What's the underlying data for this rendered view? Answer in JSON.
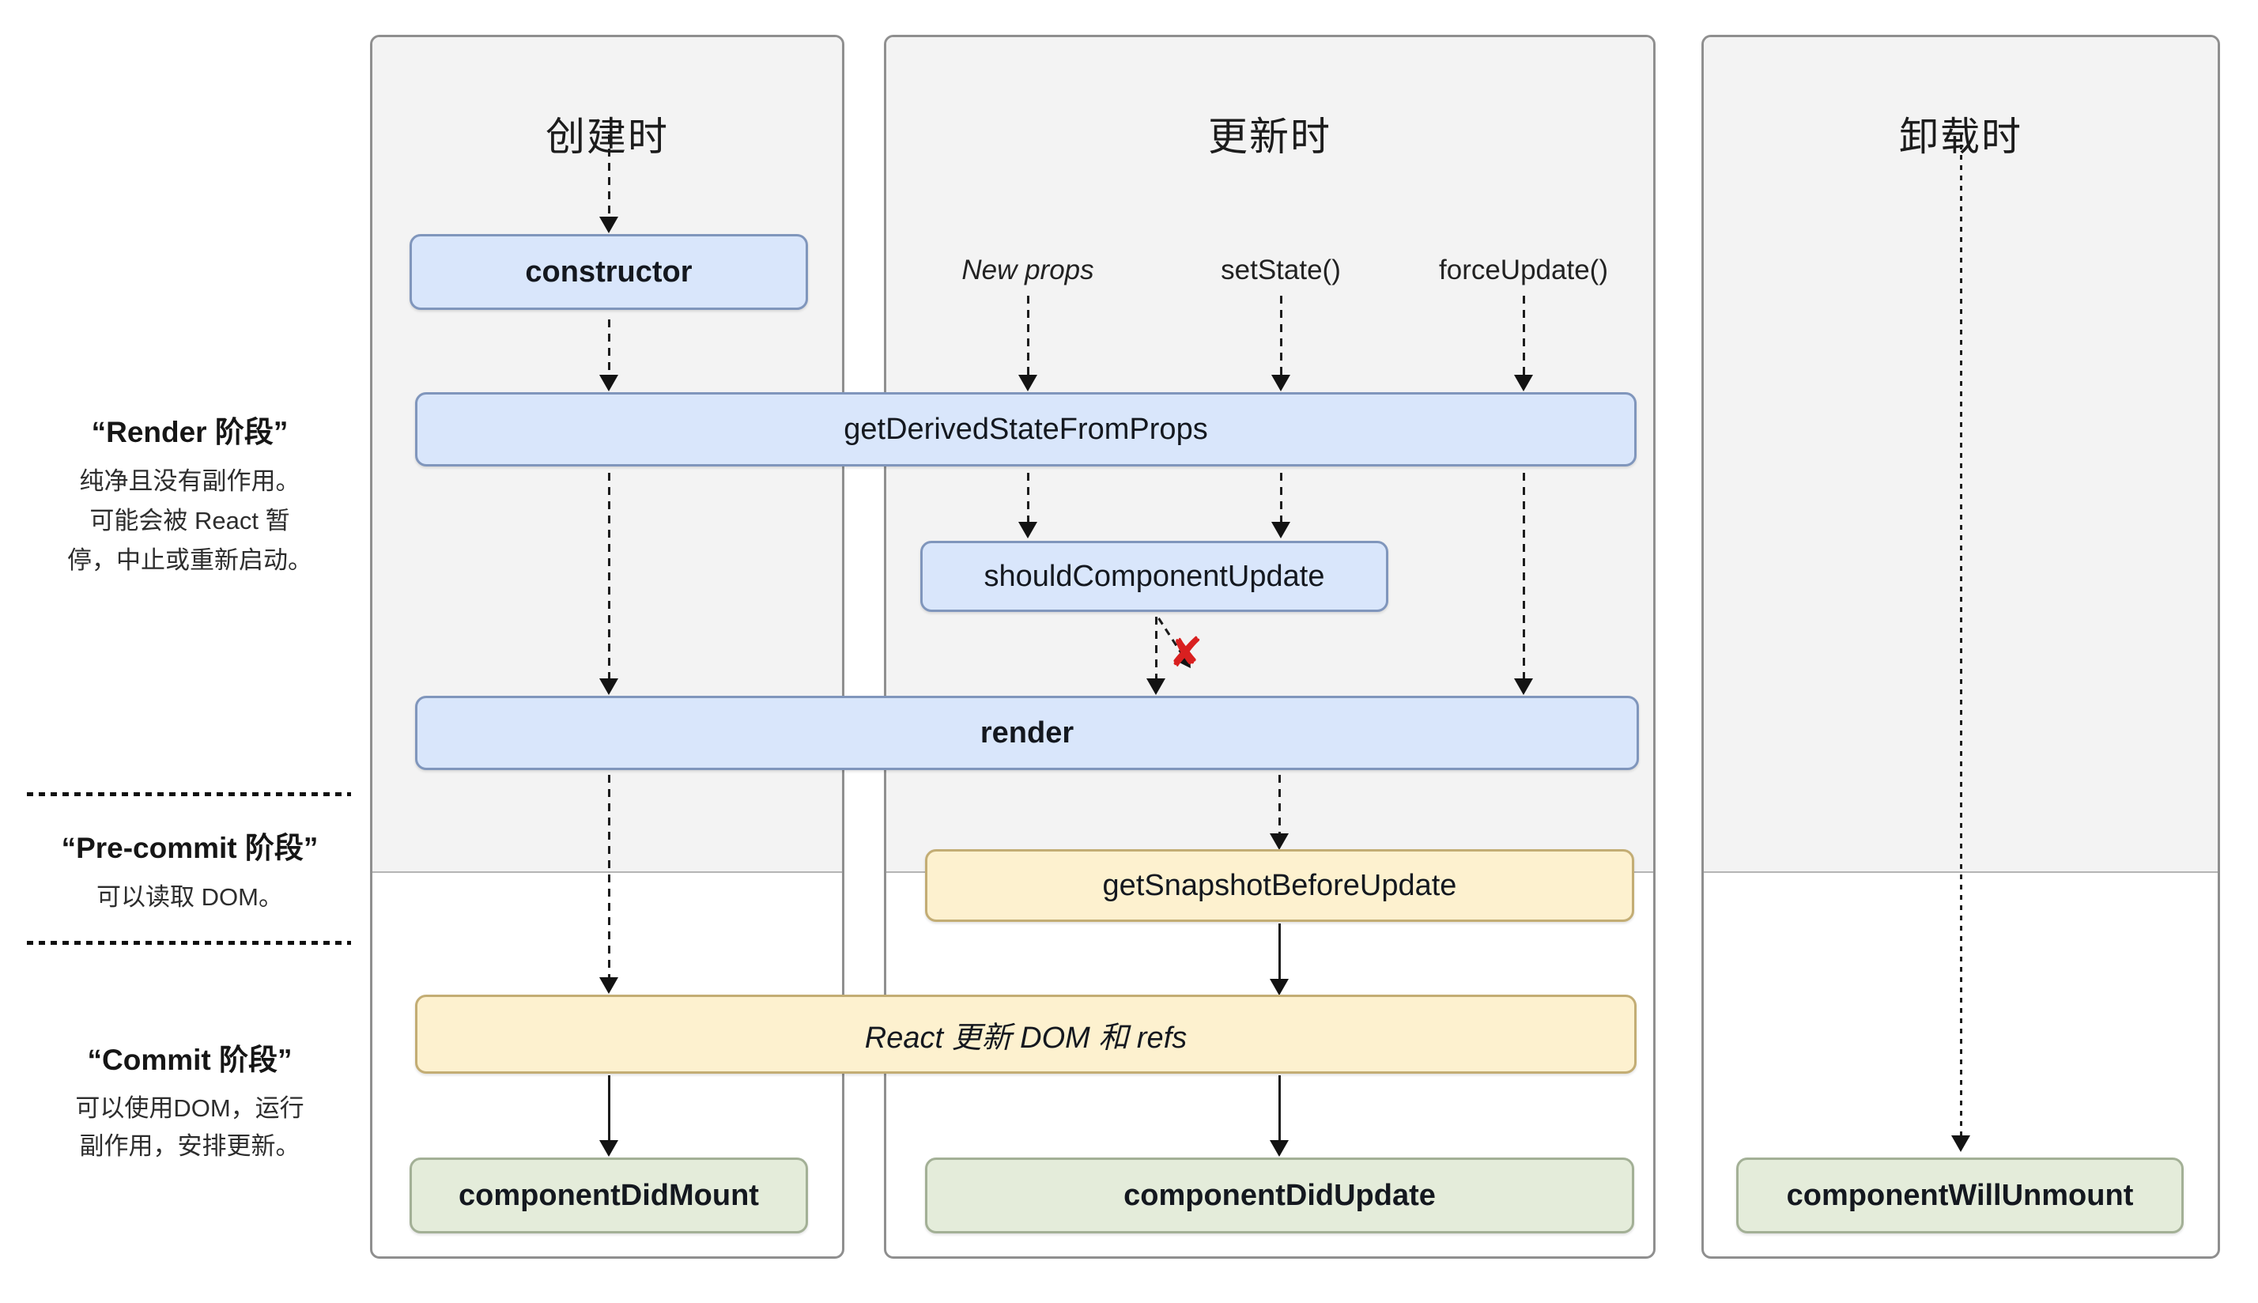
{
  "columns": [
    {
      "title": "创建时"
    },
    {
      "title": "更新时"
    },
    {
      "title": "卸载时"
    }
  ],
  "phases": {
    "render": {
      "title": "“Render 阶段”",
      "line1": "纯净且没有副作用。",
      "line2": "可能会被 React 暂",
      "line3": "停，中止或重新启动。"
    },
    "pre_commit": {
      "title": "“Pre-commit 阶段”",
      "line1": "可以读取 DOM。"
    },
    "commit": {
      "title": "“Commit 阶段”",
      "line1": "可以使用DOM，运行",
      "line2": "副作用，安排更新。"
    }
  },
  "triggers": {
    "new_props": "New props",
    "set_state": "setState()",
    "force_update": "forceUpdate()"
  },
  "nodes": {
    "constructor": "constructor",
    "get_derived_state_from_props": "getDerivedStateFromProps",
    "should_component_update": "shouldComponentUpdate",
    "render": "render",
    "get_snapshot_before_update": "getSnapshotBeforeUpdate",
    "react_updates_dom": "React 更新 DOM 和 refs",
    "component_did_mount": "componentDidMount",
    "component_did_update": "componentDidUpdate",
    "component_will_unmount": "componentWillUnmount"
  },
  "icons": {
    "reject": "✘"
  },
  "colors": {
    "box_blue": "#d9e6fb",
    "box_blue_border": "#8096bc",
    "box_yellow": "#fdf1cf",
    "box_yellow_border": "#c3ad74",
    "box_green": "#e4ecda",
    "box_green_border": "#a3b096",
    "panel_gray": "#f3f3f3",
    "reject_red": "#d92020",
    "panel_border": "#8f8f8f"
  }
}
